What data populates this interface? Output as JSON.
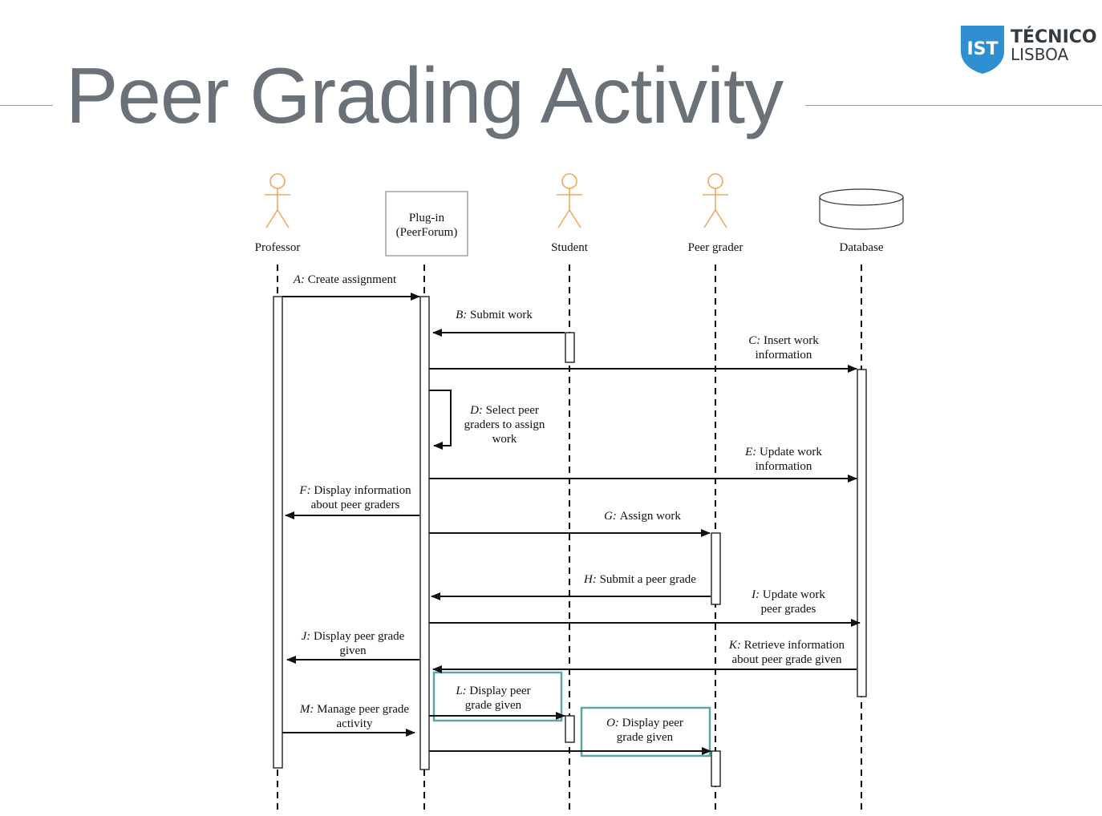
{
  "slide": {
    "title": "Peer Grading Activity",
    "logo": {
      "line1": "TÉCNICO",
      "line2": "LISBOA"
    }
  },
  "colors": {
    "title": "#6b7178",
    "actor": "#f0a860",
    "highlight": "#5aa5a8",
    "line": "#111111"
  },
  "participants": [
    {
      "id": "professor",
      "label": "Professor",
      "kind": "actor"
    },
    {
      "id": "plugin",
      "label": "Plug-in",
      "label2": "(PeerForum)",
      "kind": "box"
    },
    {
      "id": "student",
      "label": "Student",
      "kind": "actor"
    },
    {
      "id": "peer",
      "label": "Peer grader",
      "kind": "actor"
    },
    {
      "id": "database",
      "label": "Database",
      "kind": "database"
    }
  ],
  "messages": [
    {
      "key": "A",
      "prefix": "A:",
      "lines": [
        "Create assignment"
      ],
      "from": "professor",
      "to": "plugin"
    },
    {
      "key": "B",
      "prefix": "B:",
      "lines": [
        "Submit work"
      ],
      "from": "student",
      "to": "plugin"
    },
    {
      "key": "C",
      "prefix": "C:",
      "lines": [
        "Insert work",
        "information"
      ],
      "from": "plugin",
      "to": "database"
    },
    {
      "key": "D",
      "prefix": "D:",
      "lines": [
        "Select peer",
        "graders to assign",
        "work"
      ],
      "from": "plugin",
      "to": "plugin"
    },
    {
      "key": "E",
      "prefix": "E:",
      "lines": [
        "Update work",
        "information"
      ],
      "from": "plugin",
      "to": "database"
    },
    {
      "key": "F",
      "prefix": "F:",
      "lines": [
        "Display information",
        "about peer graders"
      ],
      "from": "plugin",
      "to": "professor"
    },
    {
      "key": "G",
      "prefix": "G:",
      "lines": [
        "Assign work"
      ],
      "from": "plugin",
      "to": "peer"
    },
    {
      "key": "H",
      "prefix": "H:",
      "lines": [
        "Submit a peer grade"
      ],
      "from": "peer",
      "to": "plugin"
    },
    {
      "key": "I",
      "prefix": "I:",
      "lines": [
        "Update work",
        "peer grades"
      ],
      "from": "plugin",
      "to": "database"
    },
    {
      "key": "J",
      "prefix": "J:",
      "lines": [
        "Display peer grade",
        "given"
      ],
      "from": "plugin",
      "to": "professor"
    },
    {
      "key": "K",
      "prefix": "K:",
      "lines": [
        "Retrieve information",
        "about peer grade given"
      ],
      "from": "database",
      "to": "plugin"
    },
    {
      "key": "L",
      "prefix": "L:",
      "lines": [
        "Display peer",
        "grade given"
      ],
      "from": "plugin",
      "to": "student",
      "highlight": true
    },
    {
      "key": "M",
      "prefix": "M:",
      "lines": [
        "Manage peer grade",
        "activity"
      ],
      "from": "professor",
      "to": "plugin"
    },
    {
      "key": "O",
      "prefix": "O:",
      "lines": [
        "Display peer",
        "grade given"
      ],
      "from": "plugin",
      "to": "peer",
      "highlight": true
    }
  ]
}
